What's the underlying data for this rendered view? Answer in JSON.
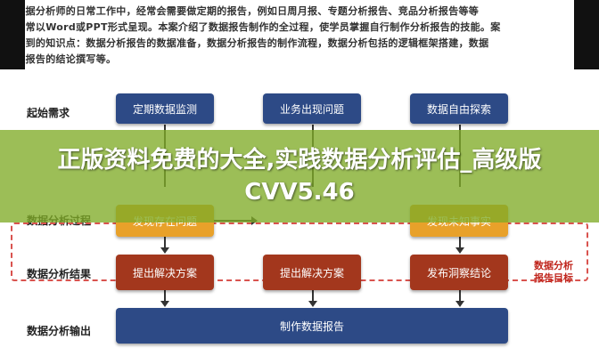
{
  "intro": {
    "lines": [
      "在数据分析师的日常工作中，经常会需要做定期的报告，例如日周月报、专题分析报告、竞品分析报告等等",
      "，通常以Word或PPT形式呈现。本案介绍了数据报告制作的全过程，使学员掌握自行制作分析报告的技能。案",
      "例用到的知识点：数据分析报告的数据准备，数据分析报告的制作流程，数据分析包括的逻辑框架搭建，数据",
      "分析报告的结论撰写等。"
    ]
  },
  "rows": {
    "start": "起始需求",
    "process": "数据分析过程",
    "result": "数据分析结果",
    "output": "数据分析输出"
  },
  "boxes": {
    "b1": "定期数据监测",
    "b2": "业务出现问题",
    "b3": "数据自由探索",
    "o1": "发现存在问题",
    "o2": "发现未知事实",
    "r1": "提出解决方案",
    "r2": "提出解决方案",
    "r3": "发布洞察结论",
    "final": "制作数据报告"
  },
  "target": {
    "line1": "数据分析",
    "line2": "报告目标"
  },
  "banner": {
    "title": "正版资料免费的大全,实践数据分析评估_高级版CVV5.46"
  },
  "colors": {
    "blue": "#2d4a86",
    "orange": "#e8a12a",
    "brown": "#a3371d",
    "banner": "#80ac28",
    "dashed": "#d9534f"
  }
}
